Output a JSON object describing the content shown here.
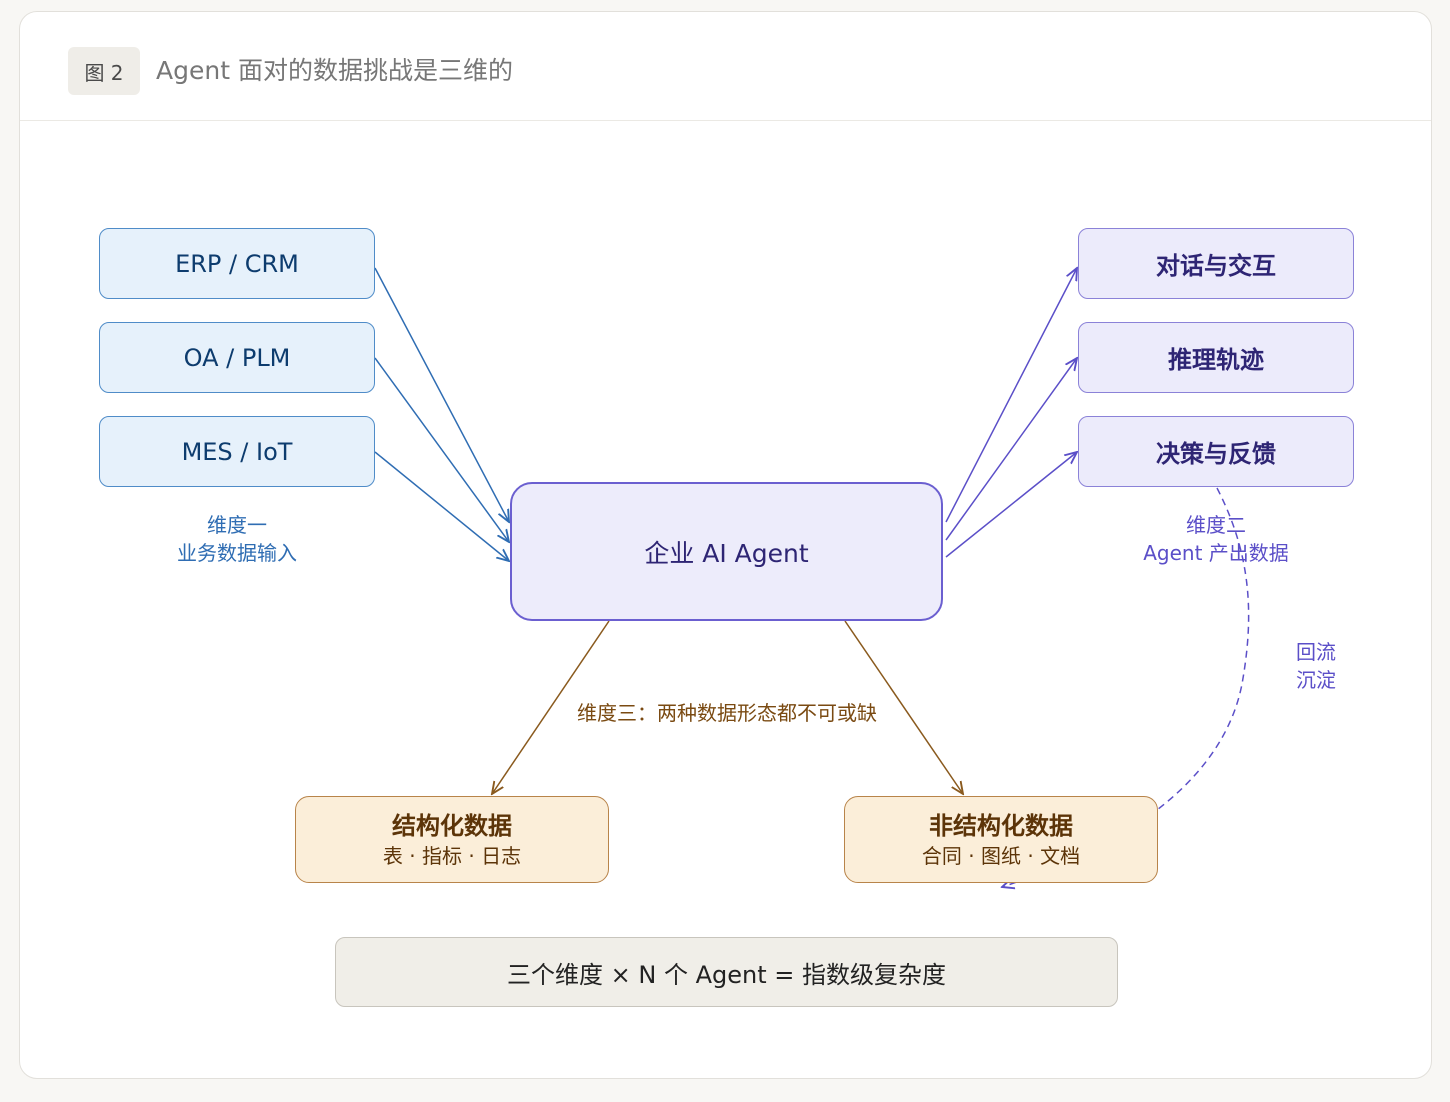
{
  "header": {
    "figure_badge": "图 2",
    "title": "Agent 面对的数据挑战是三维的"
  },
  "sources": [
    {
      "label": "ERP / CRM"
    },
    {
      "label": "OA / PLM"
    },
    {
      "label": "MES / IoT"
    }
  ],
  "dimension1": {
    "line1": "维度一",
    "line2": "业务数据输入"
  },
  "center": {
    "label": "企业 AI Agent"
  },
  "outputs": [
    {
      "label": "对话与交互"
    },
    {
      "label": "推理轨迹"
    },
    {
      "label": "决策与反馈"
    }
  ],
  "dimension2": {
    "line1": "维度二",
    "line2": "Agent 产出数据"
  },
  "feedback": {
    "line1": "回流",
    "line2": "沉淀"
  },
  "dimension3": {
    "label": "维度三：两种数据形态都不可或缺"
  },
  "structured": {
    "title": "结构化数据",
    "items": "表 · 指标 · 日志"
  },
  "unstructured": {
    "title": "非结构化数据",
    "items": "合同 · 图纸 · 文档"
  },
  "summary": {
    "label": "三个维度 × N 个 Agent = 指数级复杂度"
  },
  "colors": {
    "input_blue": "#2f6db3",
    "output_purple": "#5b4fc8",
    "data_brown": "#8a5a1e"
  }
}
